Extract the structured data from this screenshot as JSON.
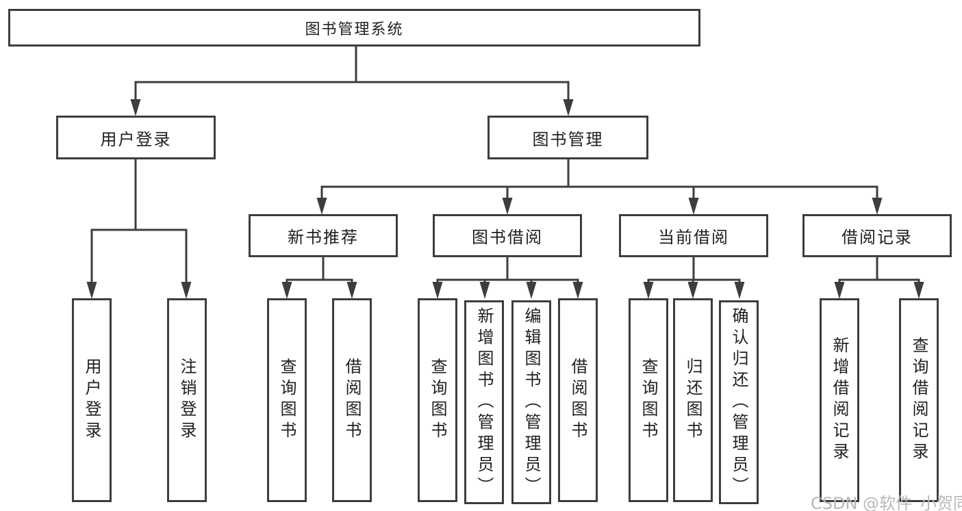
{
  "diagram": {
    "type": "hierarchy",
    "title": "图书管理系统",
    "nodes": {
      "root": "图书管理系统",
      "user_login": "用户登录",
      "book_mgmt": "图书管理",
      "new_book_rec": "新书推荐",
      "book_borrow": "图书借阅",
      "current_borrow": "当前借阅",
      "borrow_record": "借阅记录",
      "ul_login": "用户登录",
      "ul_logout": "注销登录",
      "nb_query": "查询图书",
      "nb_borrow": "借阅图书",
      "bb_query": "查询图书",
      "bb_add": "新增图书（管理员）",
      "bb_edit": "编辑图书（管理员）",
      "bb_borrow": "借阅图书",
      "cb_query": "查询图书",
      "cb_return": "归还图书",
      "cb_confirm": "确认归还（管理员）",
      "br_add": "新增借阅记录",
      "br_query": "查询借阅记录"
    },
    "hierarchy": {
      "图书管理系统": {
        "用户登录": [
          "用户登录",
          "注销登录"
        ],
        "图书管理": {
          "新书推荐": [
            "查询图书",
            "借阅图书"
          ],
          "图书借阅": [
            "查询图书",
            "新增图书（管理员）",
            "编辑图书（管理员）",
            "借阅图书"
          ],
          "当前借阅": [
            "查询图书",
            "归还图书",
            "确认归还（管理员）"
          ],
          "借阅记录": [
            "新增借阅记录",
            "查询借阅记录"
          ]
        }
      }
    }
  },
  "watermark": "CSDN @软件_小贺同学",
  "colors": {
    "line": "#3d3d3d",
    "text": "#1f1f1f",
    "watermark": "#b8b8b8",
    "background": "#ffffff"
  }
}
